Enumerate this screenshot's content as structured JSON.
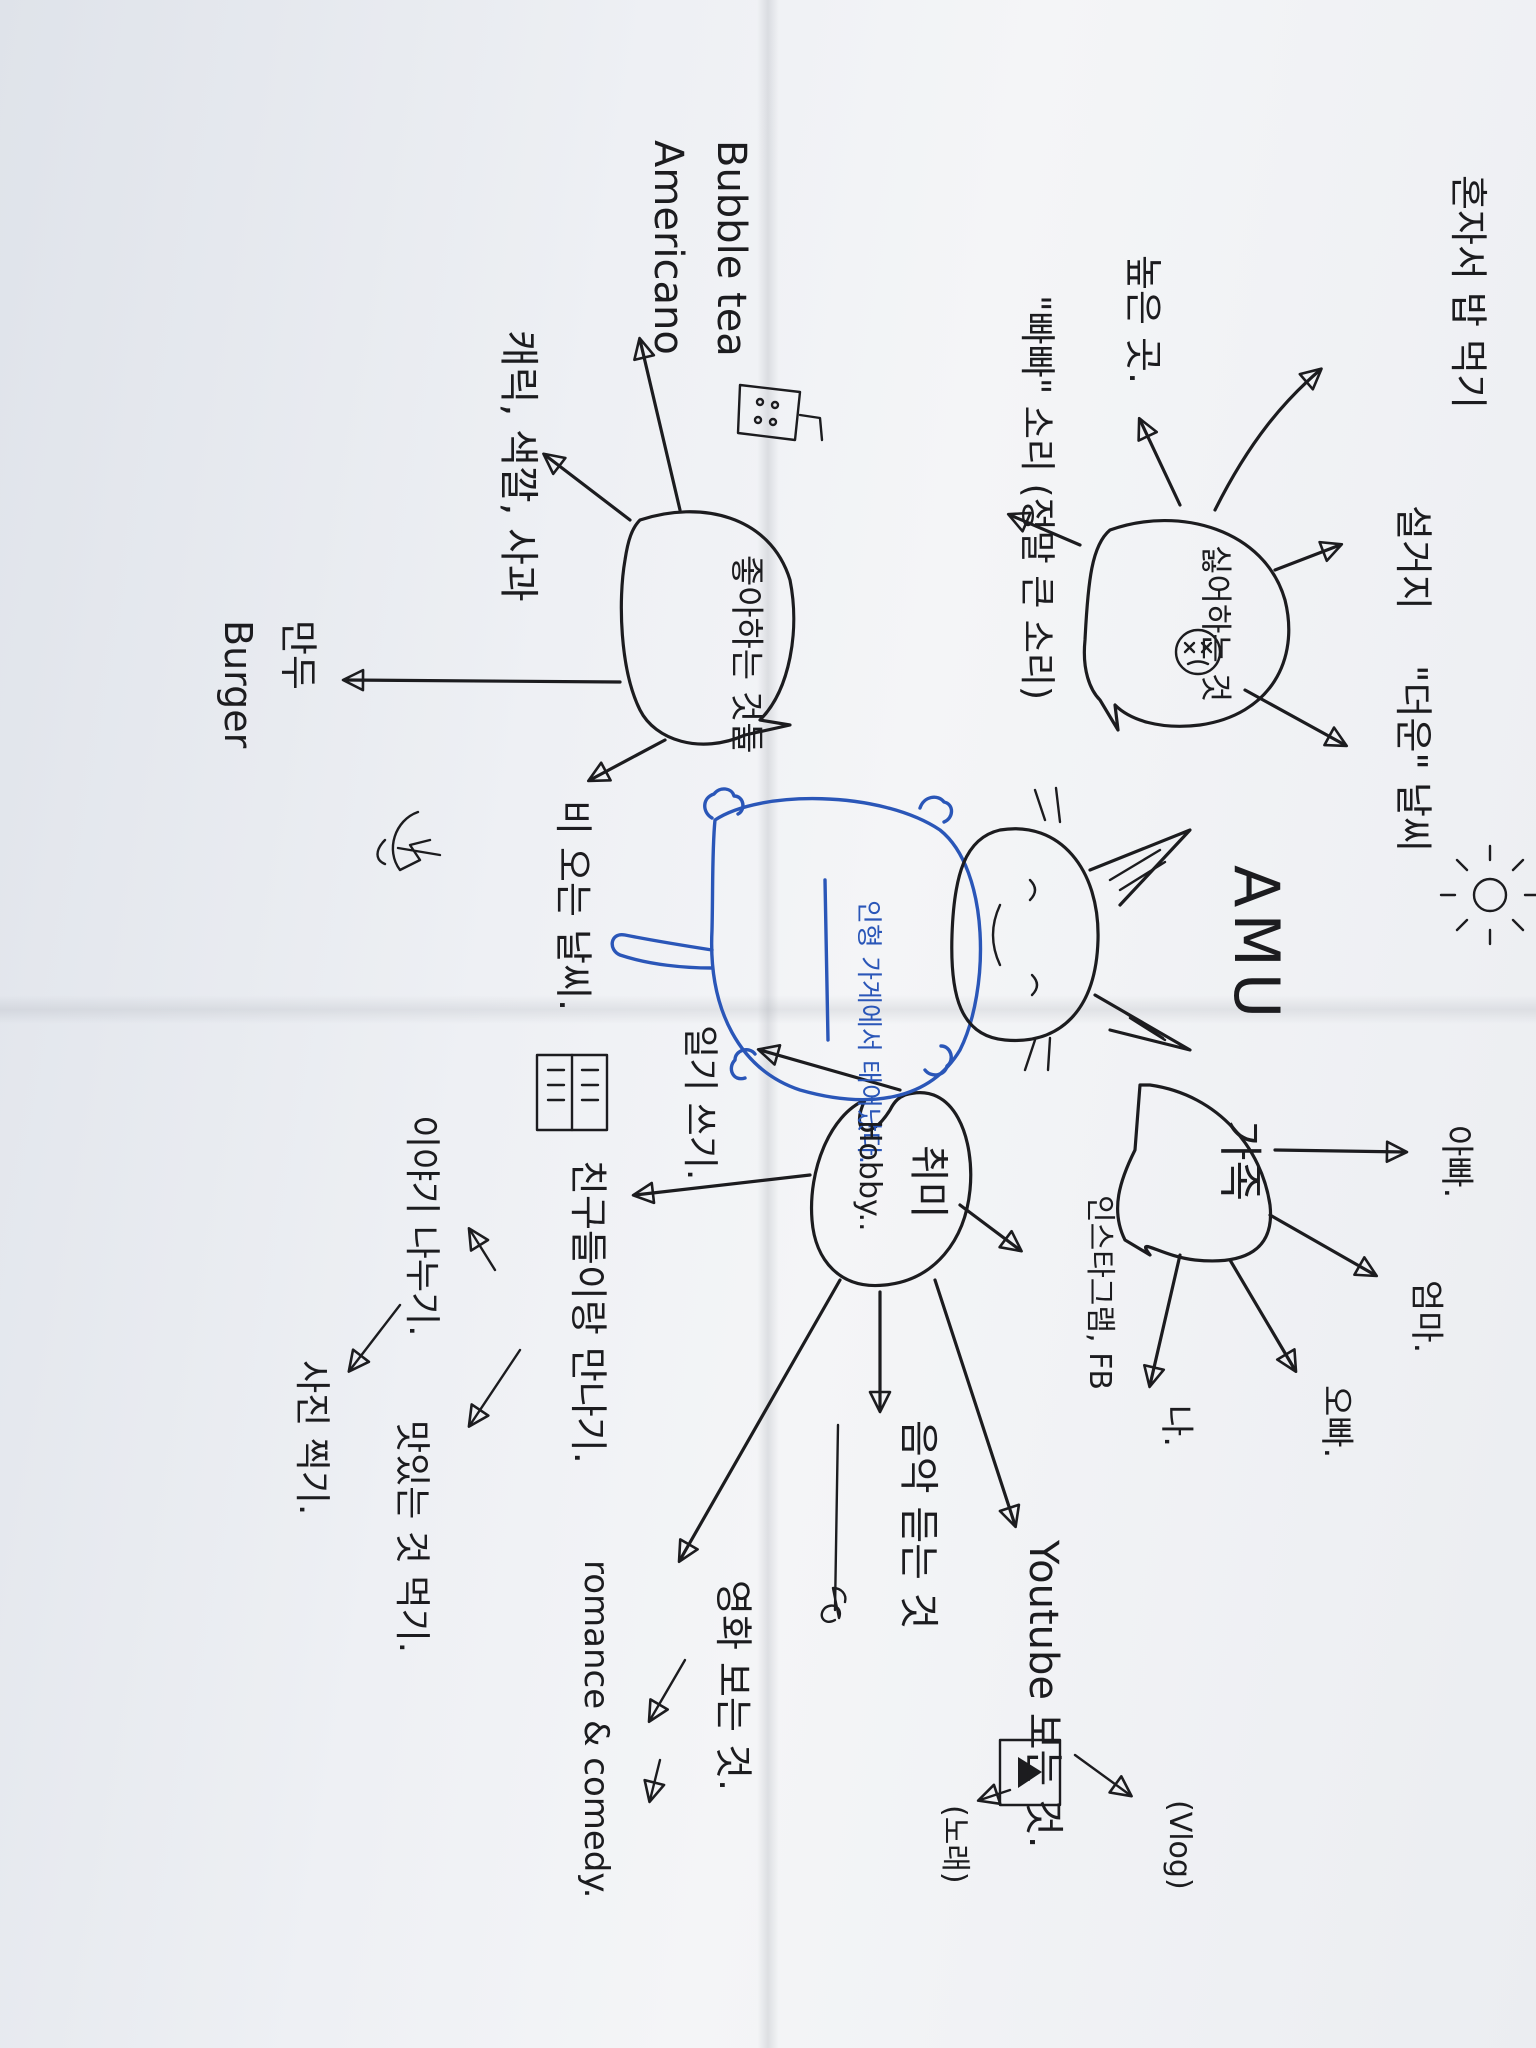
{
  "center": {
    "title": "인형 가게에서 태어났다.",
    "nickname": "AMU"
  },
  "hate": {
    "title": "싫어하는 것",
    "items": [
      "혼자서 밥 먹기",
      "설거지",
      "\"더운\" 날씨",
      "\"빠빠\" 소리 (정말 큰 소리)",
      "높은 곳."
    ]
  },
  "like": {
    "title": "좋아하는 것들",
    "drinks": [
      "Bubble tea",
      "Americano"
    ],
    "colors": "캐릭, 색깔, 사과",
    "food": [
      "만두",
      "Burger"
    ],
    "weather": "비 오는 날씨."
  },
  "family": {
    "title": "가족",
    "items": [
      "아빠.",
      "엄마.",
      "오빠.",
      "나."
    ]
  },
  "hobby": {
    "title": "취미",
    "title_en": "Hobby..",
    "diary": "일기 쓰기.",
    "sns": "인스타그램, FB",
    "music": "음악 듣는 것",
    "youtube": "Youtube 보는 것.",
    "youtube_sub": [
      "(Vlog)",
      "(노래)"
    ],
    "movies": "영화 보는 것.",
    "genres": "romance & comedy.",
    "friends": "친구들이랑 만나기.",
    "talk": "이야기 나누기.",
    "eat": "맛있는 것 먹기.",
    "photo": "사진 찍기."
  }
}
